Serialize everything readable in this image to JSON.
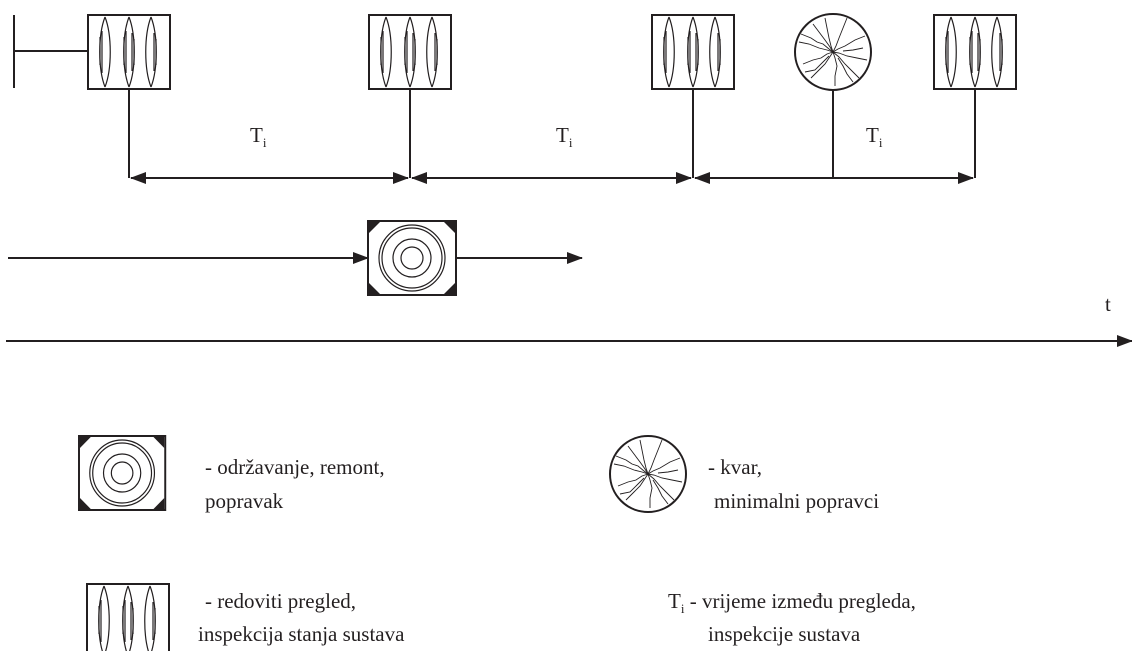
{
  "timeline": {
    "interval_symbol": "T",
    "interval_subscript": "i",
    "axis_label": "t"
  },
  "legend": {
    "maintenance": {
      "icon": "maintenance-icon",
      "line1": "- održavanje, remont,",
      "line2": "popravak"
    },
    "failure": {
      "icon": "failure-icon",
      "line1": "- kvar,",
      "line2": "minimalni popravci"
    },
    "inspection": {
      "icon": "inspection-icon",
      "line1": "- redoviti pregled,",
      "line2": "inspekcija stanja sustava"
    },
    "interval": {
      "symbol": "T",
      "subscript": "i",
      "line1": " - vrijeme između pregleda,",
      "line2": "inspekcije sustava"
    }
  }
}
